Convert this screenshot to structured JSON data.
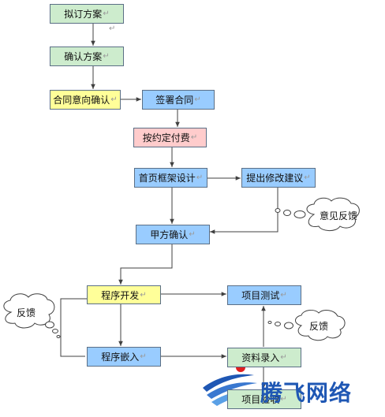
{
  "nodes": {
    "draft_plan": "拟订方案",
    "confirm_plan": "确认方案",
    "contract_intent": "合同意向确认",
    "sign_contract": "签署合同",
    "deposit_payment": "按约定付费",
    "homepage_framework": "首页框架设计",
    "revision_suggestions": "提出修改建议",
    "party_a_confirm": "甲方确认",
    "program_dev": "程序开发",
    "program_embed": "程序嵌入",
    "project_test": "项目测试",
    "data_entry": "资料录入",
    "project_acceptance": "项目验收"
  },
  "clouds": {
    "opinion_feedback": "意见反馈",
    "feedback_left": "反馈",
    "feedback_right": "反馈"
  },
  "paragraph_mark": "↵",
  "watermark": {
    "text": "腾飞网络"
  },
  "colors": {
    "green": "#cdeccd",
    "yellow": "#ffff99",
    "blue": "#99ccff",
    "pink": "#ffcccc",
    "border": "#5b6f86",
    "arrow": "#404040",
    "logo": "#1f57b4"
  }
}
